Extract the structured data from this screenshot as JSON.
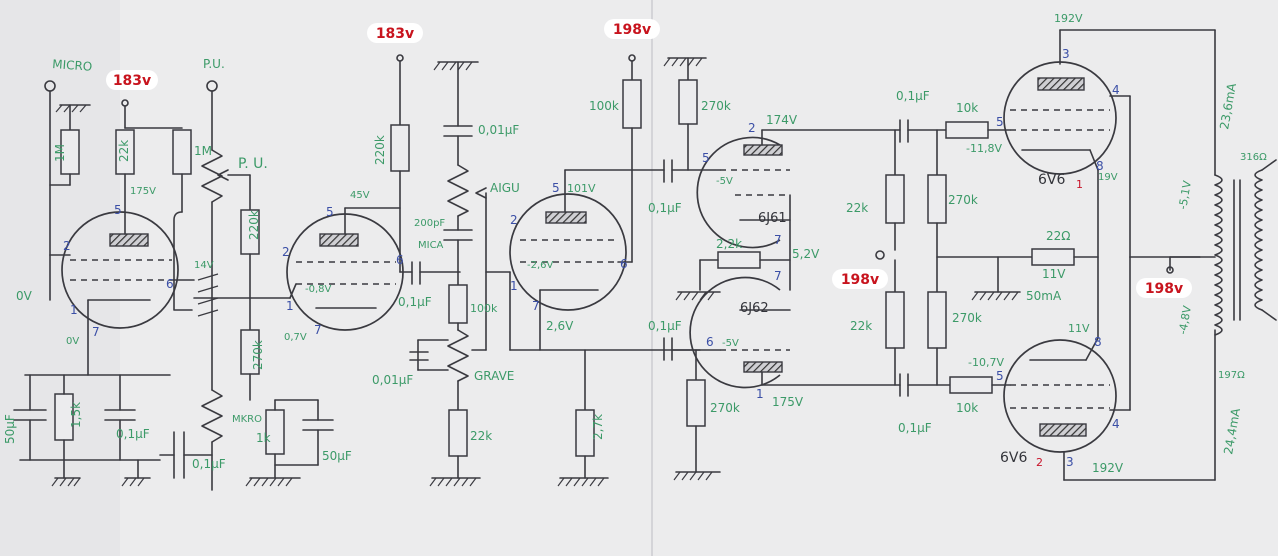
{
  "badges": {
    "v1": "183v",
    "v2": "183v",
    "v3": "198v",
    "v4": "198v",
    "v5": "198v"
  },
  "labels": {
    "micro": "MICRO",
    "pu_top": "P.U.",
    "pu_pot": "P. U.",
    "r_1m_a": "1M",
    "r_22k_a": "22k",
    "r_1m_b": "1M",
    "v_175": "175V",
    "v_14": "14V",
    "r_220k_a": "220k",
    "r_1k5": "1,5k",
    "c_50uf_a": "50µF",
    "c_01_a": "0,1µF",
    "c_01_b": "0,1µF",
    "mkro": "MKRO",
    "r_1k": "1k",
    "c_50uf_b": "50µF",
    "r_270k_a": "270k",
    "ov_a": "0V",
    "ov_b": "0V",
    "v_08": "-0,8V",
    "v_07": "0,7V",
    "r_220k_b": "220k",
    "v_45": "45V",
    "c_01_c": "0,1µF",
    "c_001": "0,01µF",
    "aigu": "AIGU",
    "c_200pf": "200pF",
    "mica": "MICA",
    "r_100k_a": "100k",
    "c_001_b": "0,01µF",
    "grave": "GRAVE",
    "r_22k_b": "22k",
    "v_101": "101V",
    "v_26a": "-2,6V",
    "v_26b": "2,6V",
    "r_2k7": "2,7k",
    "r_100k_b": "100k",
    "r_270k_b": "270k",
    "c_01_d": "0,1µF",
    "c_01_e": "0,1µF",
    "r_270k_c": "270k",
    "v_174": "174V",
    "v_5a": "-5V",
    "t_6j61": "6J61",
    "r_2k2": "2,2k",
    "v_52": "5,2V",
    "t_6j62": "6J62",
    "v_5b": "-5V",
    "v_175b": "175V",
    "c_01_f": "0,1µF",
    "r_10k_a": "10k",
    "r_22k_c": "22k",
    "r_270k_d": "270k",
    "r_22k_d": "22k",
    "r_270k_e": "270k",
    "c_01_g": "0,1µF",
    "r_10k_b": "10k",
    "v_118": "-11,8V",
    "v_107": "-10,7V",
    "r_22o": "22Ω",
    "v_11a": "11V",
    "v_11b": "11V",
    "ma_50": "50mA",
    "t_6v6a": "6V6",
    "sub_1": "1",
    "t_6v6b": "6V6",
    "sub_2": "2",
    "v_192a": "192V",
    "v_192b": "192V",
    "v_19": "19V",
    "ma_236": "23,6mA",
    "ohm_316": "316Ω",
    "v_51": "-5,1V",
    "v_48": "-4,8V",
    "ohm_197": "197Ω",
    "ma_244": "24,4mA"
  },
  "pins": [
    "5",
    "2",
    "6",
    "1",
    "7",
    "5",
    "2",
    "1",
    "6",
    "7",
    "5",
    "2",
    "6",
    "1",
    "7",
    "2",
    "5",
    "7",
    "7",
    "6",
    "1",
    "3",
    "4",
    "5",
    "8",
    "8",
    "5",
    "4",
    "3"
  ]
}
